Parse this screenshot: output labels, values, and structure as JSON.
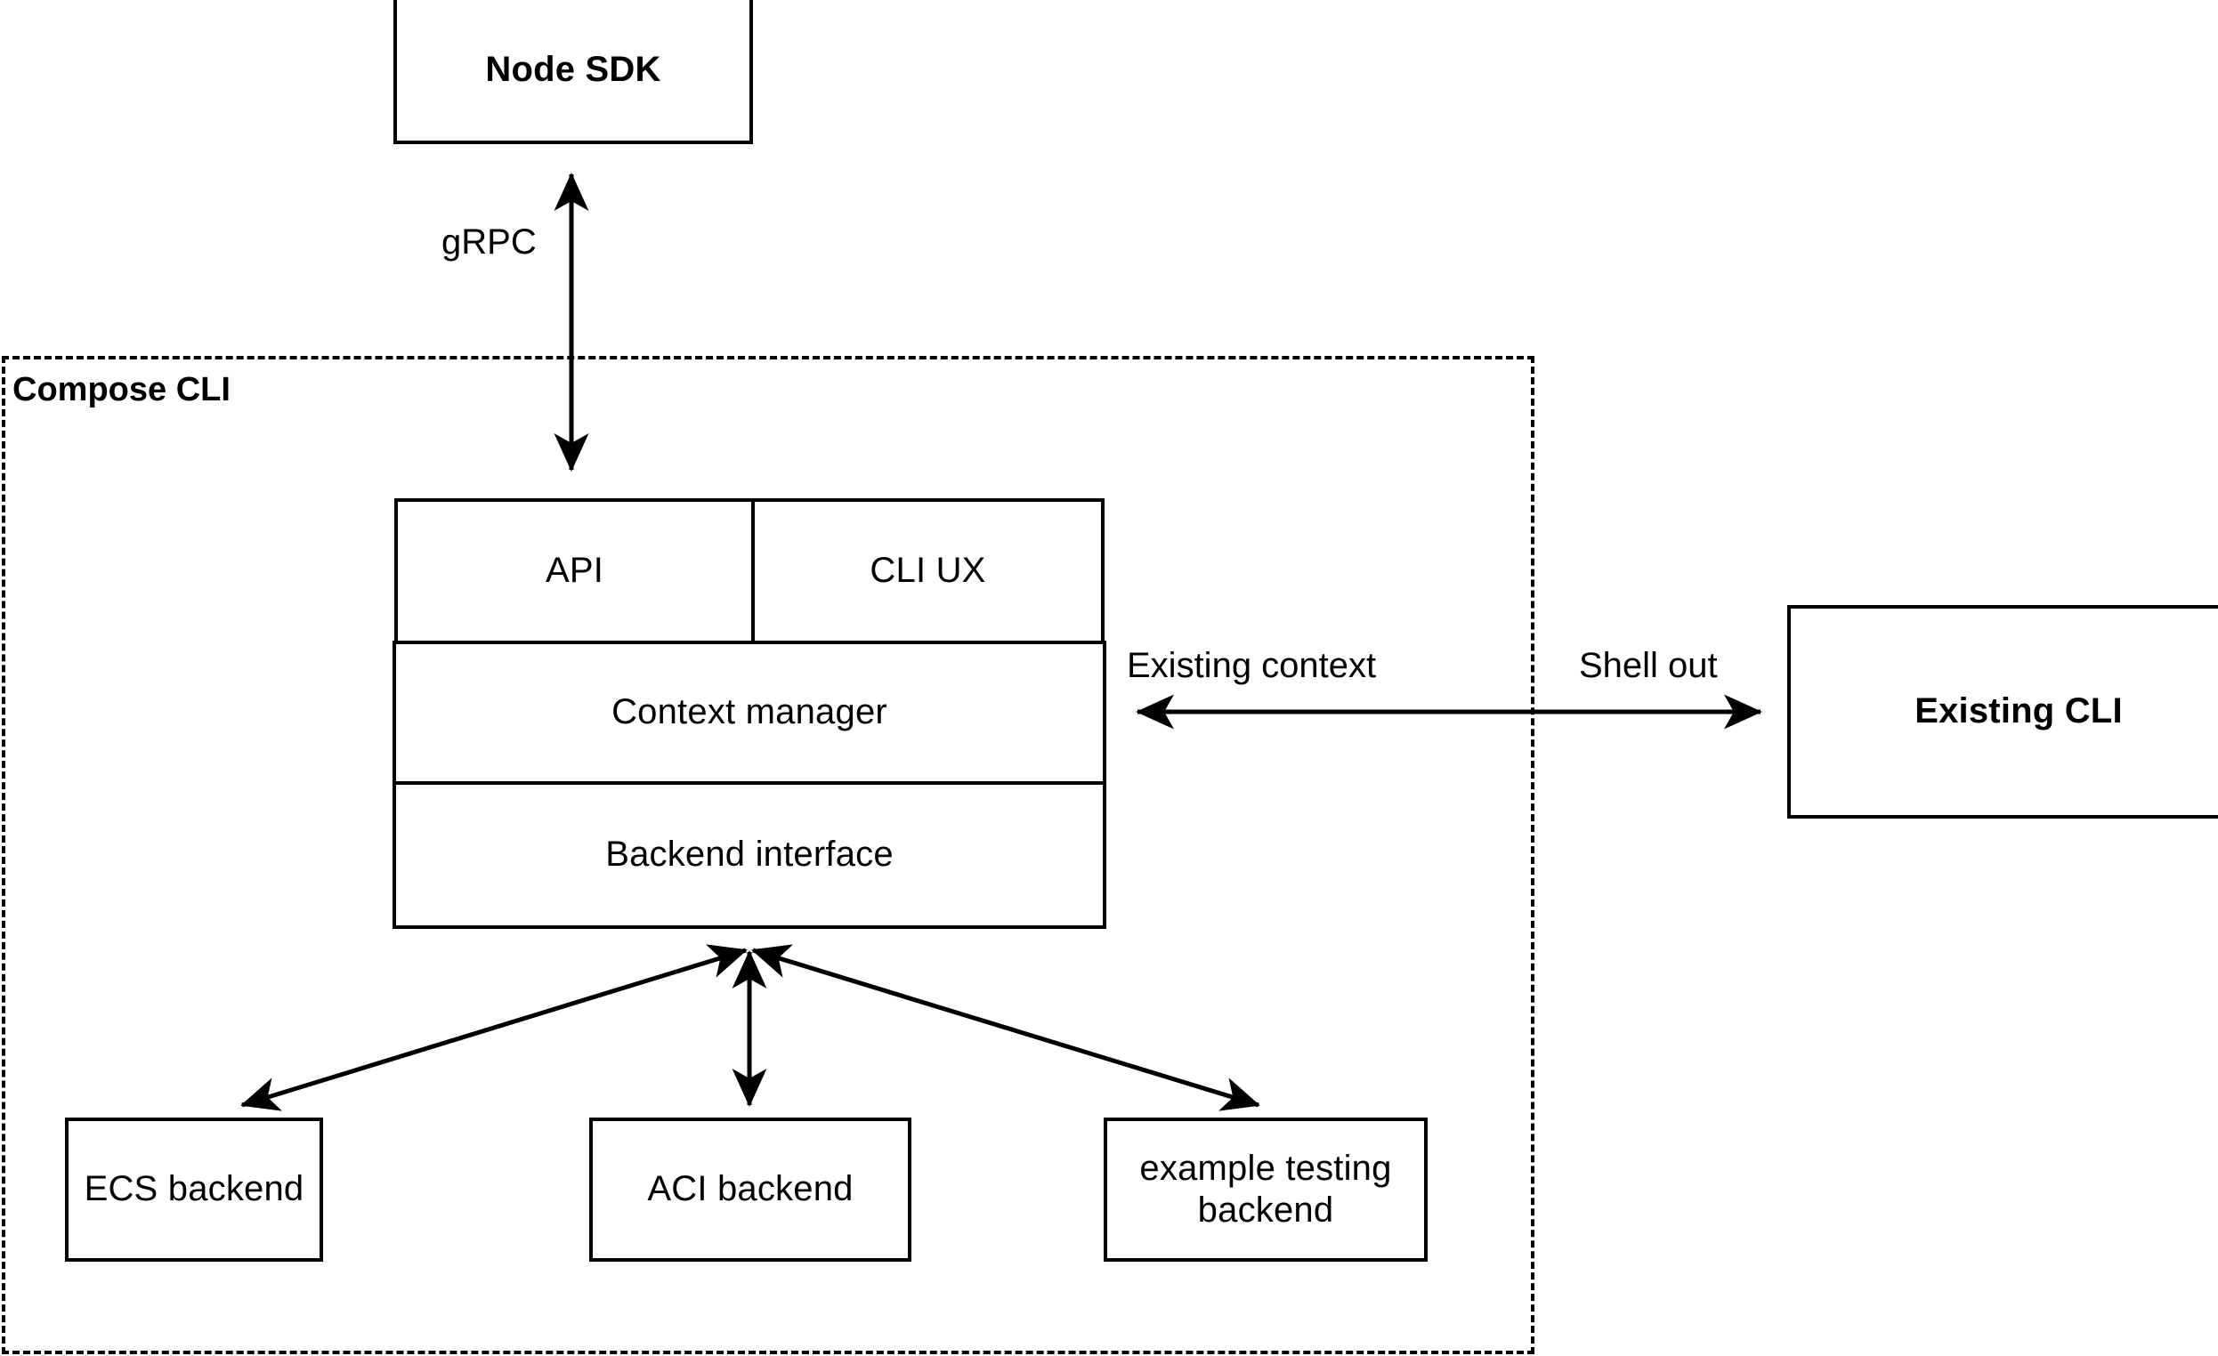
{
  "diagram": {
    "type": "architecture-block-diagram",
    "background": "#ffffff",
    "stroke_color": "#000000",
    "nodes": {
      "node_sdk": {
        "label": "Node SDK",
        "bold": true
      },
      "existing_cli": {
        "label": "Existing CLI",
        "bold": true
      },
      "api": {
        "label": "API",
        "bold": false
      },
      "cli_ux": {
        "label": "CLI UX",
        "bold": false
      },
      "context_manager": {
        "label": "Context manager",
        "bold": false
      },
      "backend_interface": {
        "label": "Backend interface",
        "bold": false
      },
      "ecs_backend": {
        "label": "ECS backend",
        "bold": false
      },
      "aci_backend": {
        "label": "ACI backend",
        "bold": false
      },
      "example_testing_backend": {
        "label": "example testing\nbackend",
        "bold": false
      }
    },
    "group": {
      "title": "Compose CLI"
    },
    "edge_labels": {
      "grpc": "gRPC",
      "existing_context": "Existing context",
      "shell_out": "Shell out"
    }
  }
}
